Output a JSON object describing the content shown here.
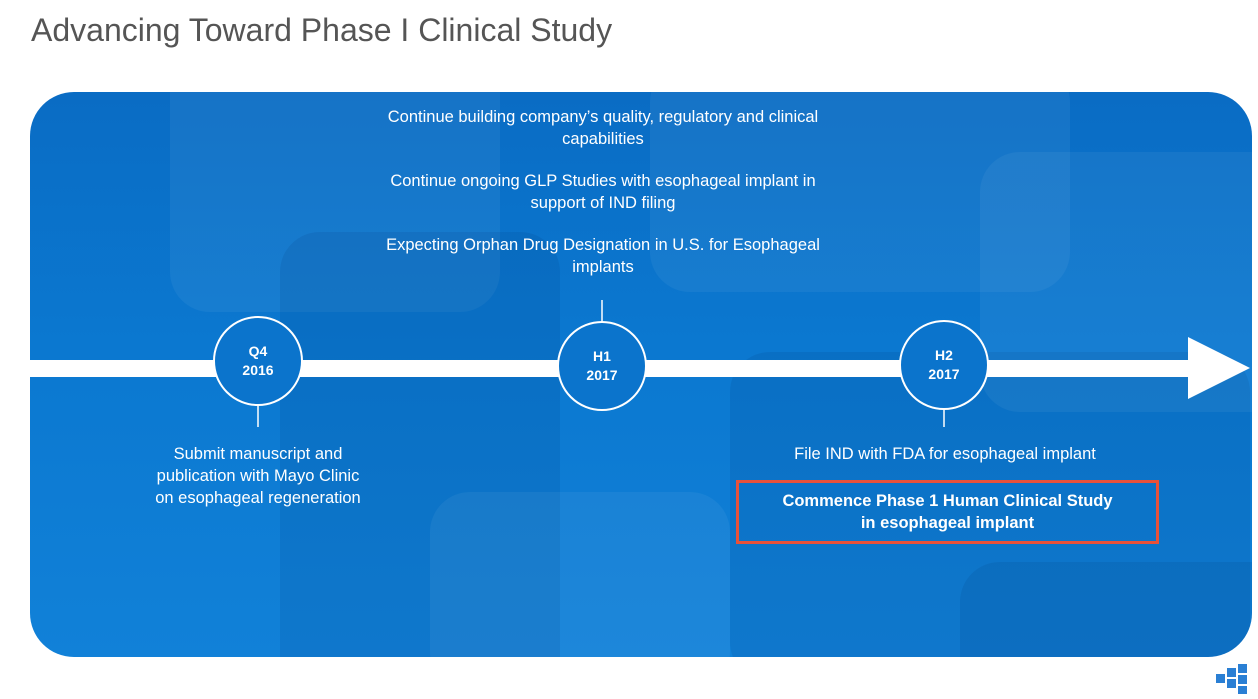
{
  "title": "Advancing Toward Phase I Clinical Study",
  "milestones": [
    {
      "period": "Q4",
      "year": "2016"
    },
    {
      "period": "H1",
      "year": "2017"
    },
    {
      "period": "H2",
      "year": "2017"
    }
  ],
  "h1_items": [
    "Continue building company’s quality, regulatory and clinical capabilities",
    "Continue ongoing GLP Studies with esophageal implant in support of IND filing",
    "Expecting Orphan Drug Designation in U.S. for Esophageal implants"
  ],
  "q4_item": "Submit manuscript and publication with Mayo Clinic on esophageal regeneration",
  "h2_items": [
    "File IND with FDA for esophageal implant"
  ],
  "h2_highlight": "Commence Phase 1 Human Clinical Study in esophageal implant",
  "colors": {
    "panel": "#0b74cc",
    "highlight_border": "#e8513a",
    "logo": "#2a7fd4"
  },
  "logo_icon": "company-logo-icon"
}
